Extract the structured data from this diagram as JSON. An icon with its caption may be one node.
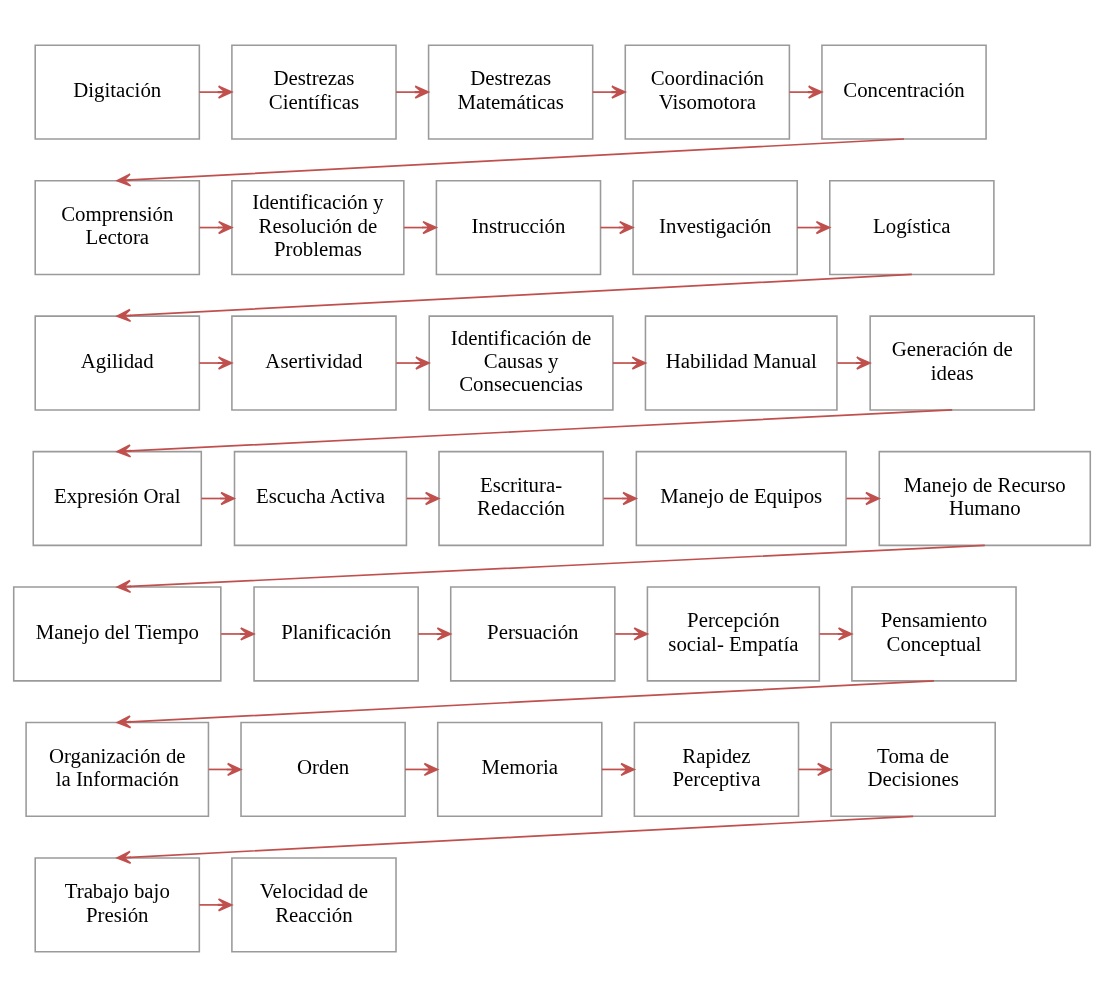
{
  "diagram": {
    "nodes": [
      {
        "text": [
          "Digitación"
        ]
      },
      {
        "text": [
          "Destrezas Científicas"
        ]
      },
      {
        "text": [
          "Destrezas Matemáticas"
        ]
      },
      {
        "text": [
          "Coordinación Visomotora"
        ]
      },
      {
        "text": [
          "Concentración"
        ]
      },
      {
        "text": [
          "Comprensión Lectora"
        ]
      },
      {
        "text": [
          "Identificación y Resolución de Problemas"
        ]
      },
      {
        "text": [
          "Instrucción"
        ]
      },
      {
        "text": [
          "Investigación"
        ]
      },
      {
        "text": [
          "Logística"
        ]
      },
      {
        "text": [
          "Agilidad"
        ]
      },
      {
        "text": [
          "Asertividad"
        ]
      },
      {
        "text": [
          "Identificación de Causas y Consecuencias"
        ]
      },
      {
        "text": [
          "Habilidad Manual"
        ]
      },
      {
        "text": [
          "Generación de ideas"
        ]
      },
      {
        "text": [
          "Expresión Oral"
        ]
      },
      {
        "text": [
          "Escucha Activa"
        ]
      },
      {
        "text": [
          "Escritura- Redacción"
        ]
      },
      {
        "text": [
          "Manejo de Equipos"
        ]
      },
      {
        "text": [
          "Manejo de Recurso Humano"
        ]
      },
      {
        "text": [
          "Manejo del Tiempo"
        ]
      },
      {
        "text": [
          "Planificación"
        ]
      },
      {
        "text": [
          "Persuación"
        ]
      },
      {
        "text": [
          "Percepción social- Empatía"
        ]
      },
      {
        "text": [
          "Pensamiento Conceptual"
        ]
      },
      {
        "text": [
          "Organización de la Información"
        ]
      },
      {
        "text": [
          "Orden"
        ]
      },
      {
        "text": [
          "Memoria"
        ]
      },
      {
        "text": [
          "Rapidez Perceptiva"
        ]
      },
      {
        "text": [
          "Toma de Decisiones"
        ]
      },
      {
        "text": [
          "Trabajo bajo Presión"
        ]
      },
      {
        "text": [
          "Velocidad de Reacción"
        ]
      }
    ],
    "edges": [
      {
        "from": 0,
        "to": 1,
        "arrow": "to"
      },
      {
        "from": 1,
        "to": 2,
        "arrow": "to"
      },
      {
        "from": 2,
        "to": 3,
        "arrow": "to"
      },
      {
        "from": 3,
        "to": 4,
        "arrow": "to"
      },
      {
        "from": 4,
        "to": 5,
        "arrow": "to"
      },
      {
        "from": 5,
        "to": 6,
        "arrow": "to"
      },
      {
        "from": 6,
        "to": 7,
        "arrow": "to"
      },
      {
        "from": 7,
        "to": 8,
        "arrow": "to"
      },
      {
        "from": 8,
        "to": 9,
        "arrow": "to"
      },
      {
        "from": 9,
        "to": 10,
        "arrow": "to"
      },
      {
        "from": 10,
        "to": 11,
        "arrow": "to"
      },
      {
        "from": 11,
        "to": 12,
        "arrow": "to"
      },
      {
        "from": 12,
        "to": 13,
        "arrow": "to"
      },
      {
        "from": 13,
        "to": 14,
        "arrow": "to"
      },
      {
        "from": 14,
        "to": 15,
        "arrow": "to"
      },
      {
        "from": 15,
        "to": 16,
        "arrow": "to"
      },
      {
        "from": 16,
        "to": 17,
        "arrow": "to"
      },
      {
        "from": 17,
        "to": 18,
        "arrow": "to"
      },
      {
        "from": 18,
        "to": 19,
        "arrow": "to"
      },
      {
        "from": 19,
        "to": 20,
        "arrow": "to"
      },
      {
        "from": 20,
        "to": 21,
        "arrow": "to"
      },
      {
        "from": 21,
        "to": 22,
        "arrow": "to"
      },
      {
        "from": 22,
        "to": 23,
        "arrow": "to"
      },
      {
        "from": 23,
        "to": 24,
        "arrow": "to"
      },
      {
        "from": 24,
        "to": 25,
        "arrow": "to"
      },
      {
        "from": 25,
        "to": 26,
        "arrow": "to"
      },
      {
        "from": 26,
        "to": 27,
        "arrow": "to"
      },
      {
        "from": 27,
        "to": 28,
        "arrow": "to"
      },
      {
        "from": 28,
        "to": 29,
        "arrow": "to"
      },
      {
        "from": 29,
        "to": 30,
        "arrow": "to"
      },
      {
        "from": 30,
        "to": 31,
        "arrow": "to"
      }
    ]
  }
}
